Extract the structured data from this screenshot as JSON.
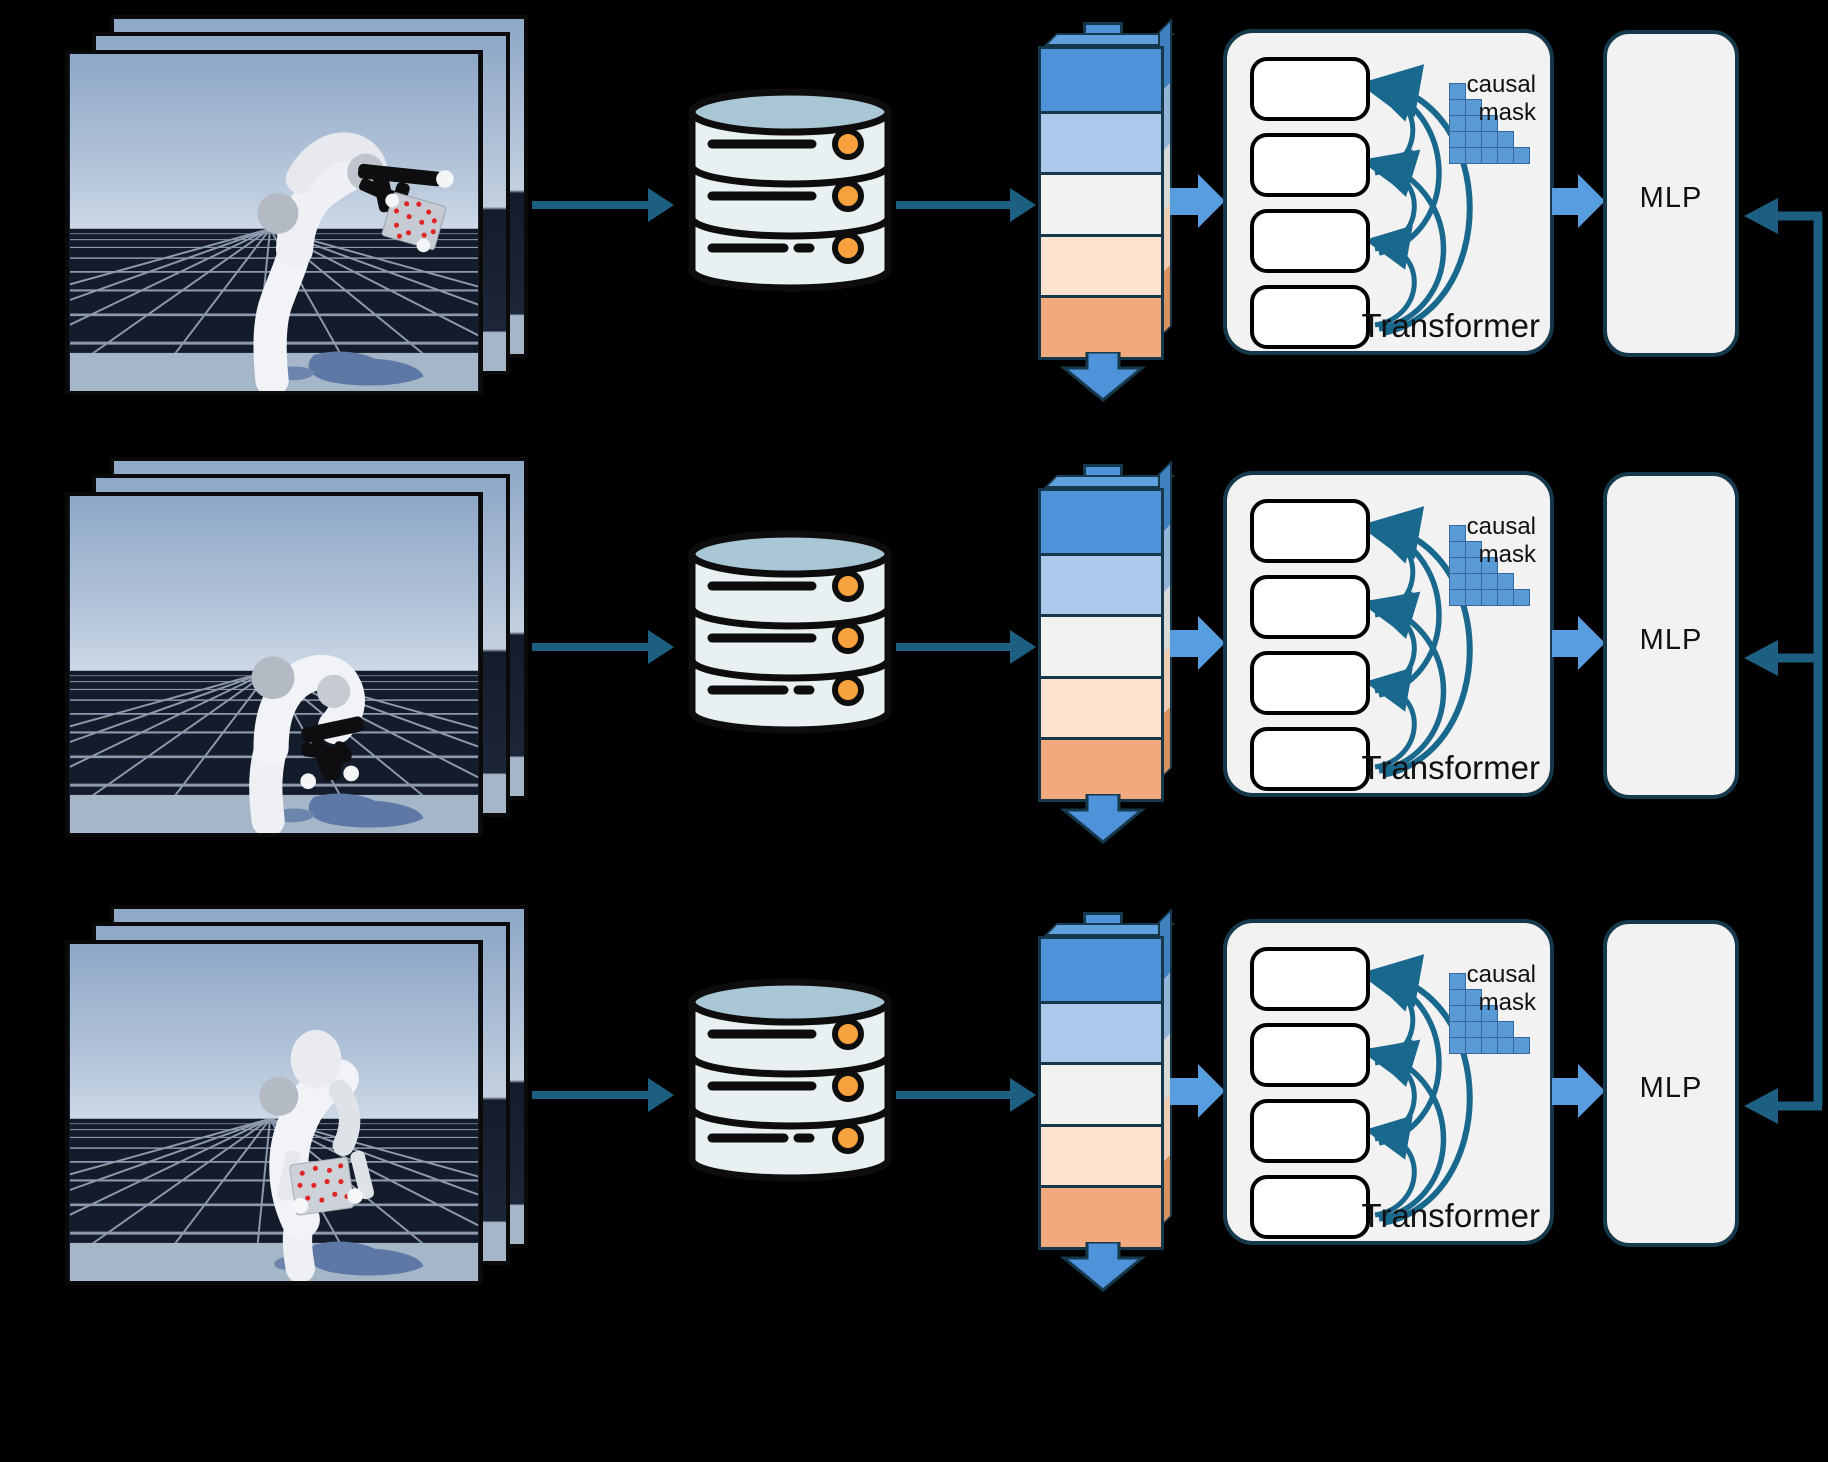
{
  "rows": [
    {
      "transformer": {
        "label": "Transformer",
        "mask_label": [
          "causal",
          "mask"
        ],
        "mask_rows": [
          1,
          2,
          3,
          4,
          5
        ],
        "token_slots": 4
      },
      "mlp": {
        "label": "MLP"
      },
      "token_stack": {
        "segment_colors": [
          "#4e93d9",
          "#abc9ea",
          "#f1f1ef",
          "#fce3cf",
          "#f1a97e"
        ]
      }
    },
    {
      "transformer": {
        "label": "Transformer",
        "mask_label": [
          "causal",
          "mask"
        ],
        "mask_rows": [
          1,
          2,
          3,
          4,
          5
        ],
        "token_slots": 4
      },
      "mlp": {
        "label": "MLP"
      },
      "token_stack": {
        "segment_colors": [
          "#4e93d9",
          "#abc9ea",
          "#f1f1ef",
          "#fce3cf",
          "#f1a97e"
        ]
      }
    },
    {
      "transformer": {
        "label": "Transformer",
        "mask_label": [
          "causal",
          "mask"
        ],
        "mask_rows": [
          1,
          2,
          3,
          4,
          5
        ],
        "token_slots": 4
      },
      "mlp": {
        "label": "MLP"
      },
      "token_stack": {
        "segment_colors": [
          "#4e93d9",
          "#abc9ea",
          "#f1f1ef",
          "#fce3cf",
          "#f1a97e"
        ]
      }
    }
  ],
  "colors": {
    "background": "#000000",
    "panel_bg": "#f2f2f2",
    "panel_border": "#15384a",
    "block_arrow_blue": "#589dde",
    "token_blue": "#4e93d9",
    "flow_arrow_teal": "#1d5f80",
    "attention_arc_teal": "#19688d",
    "mask_cell_blue": "#5b9bd5",
    "db_lid": "#a9c6d4",
    "db_body": "#e9f0f2",
    "db_dot_orange": "#f6a13c"
  },
  "icons": {
    "database": "database-icon",
    "token_stack": "token-stack-icon",
    "causal_mask": "causal-mask-grid-icon",
    "down_arrow": "down-block-arrow-icon",
    "right_arrow": "right-block-arrow-icon"
  }
}
